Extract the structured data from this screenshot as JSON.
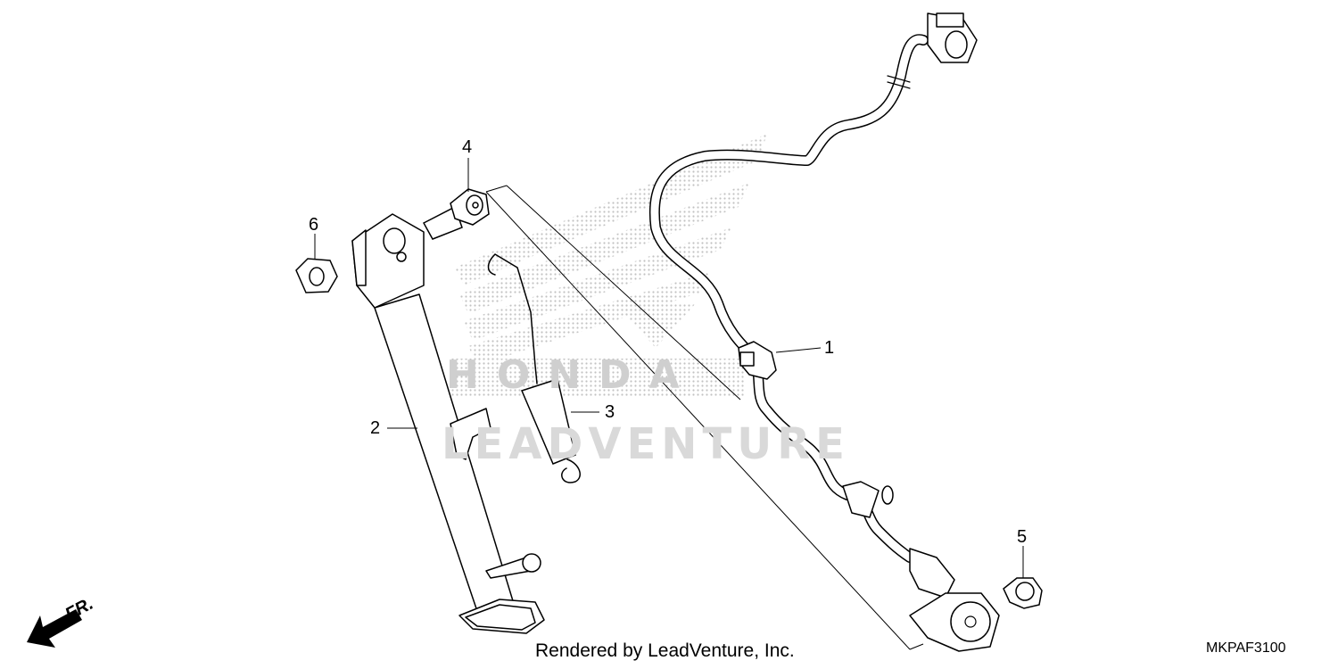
{
  "diagram": {
    "callouts": [
      "1",
      "2",
      "3",
      "4",
      "5",
      "6"
    ],
    "watermark_wordmark": "HONDA",
    "watermark_text": "LEADVENTURE",
    "direction_label": "FR.",
    "footer": "Rendered by LeadVenture, Inc.",
    "diagram_code": "MKPAF3100",
    "colors": {
      "line": "#000000",
      "watermark": "#d9d9d9",
      "background": "#ffffff"
    },
    "icons": [
      "front-direction-arrow-icon",
      "honda-wing-logo"
    ]
  }
}
